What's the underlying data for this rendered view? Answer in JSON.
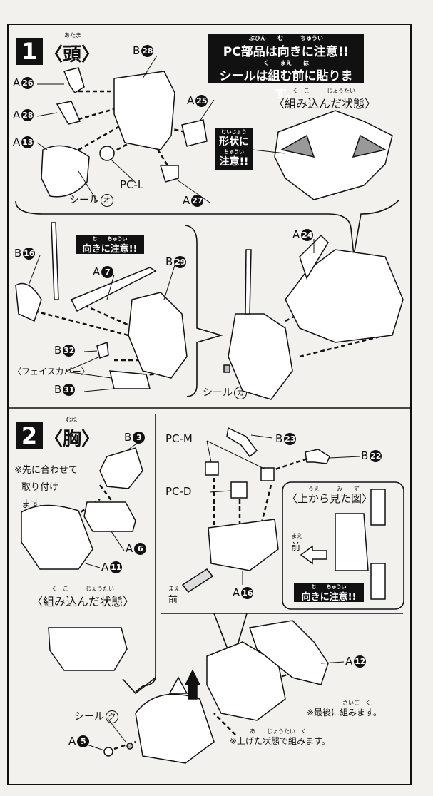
{
  "step1": {
    "number": "1",
    "title": "〈頭〉",
    "ruby": "あたま",
    "notice_line1": "PC部品は向きに注意!!",
    "notice_line2": "シールは組む前に貼ります。",
    "notice_ruby1": "ぶひん　　む　　　ちゅうい",
    "notice_ruby2": "く　　まえ　　は",
    "assembled_caption": "〈組み込んだ状態〉",
    "assembled_ruby": "く　こ　　　じょうたい",
    "shape_note_line1": "形状に",
    "shape_note_line2": "注意!!",
    "shape_ruby1": "けいじょう",
    "shape_ruby2": "ちゅうい",
    "labels": {
      "b28": {
        "part": "B",
        "num": "28"
      },
      "a26": {
        "part": "A",
        "num": "26"
      },
      "a28": {
        "part": "A",
        "num": "28"
      },
      "a13": {
        "part": "A",
        "num": "13"
      },
      "a25": {
        "part": "A",
        "num": "25"
      },
      "a27": {
        "part": "A",
        "num": "27"
      },
      "pcl": "PC-L",
      "seal_o": {
        "text": "シール",
        "mark": "オ"
      },
      "b16": {
        "part": "B",
        "num": "16"
      },
      "a7": {
        "part": "A",
        "num": "7"
      },
      "b29": {
        "part": "B",
        "num": "29"
      },
      "b32": {
        "part": "B",
        "num": "32"
      },
      "b31": {
        "part": "B",
        "num": "31"
      },
      "a24": {
        "part": "A",
        "num": "24"
      },
      "face_cover": "〈フェイスカバー〉",
      "seal_ka": {
        "text": "シール",
        "mark": "カ"
      }
    },
    "direction_note": "向きに注意!!",
    "direction_ruby": "む　　ちゅうい"
  },
  "step2": {
    "number": "2",
    "title": "〈胸〉",
    "ruby": "むね",
    "pre_note_line1": "※先に合わせて",
    "pre_note_line2": "取り付け",
    "pre_note_line3": "ます。",
    "assembled_caption": "〈組み込んだ状態〉",
    "assembled_ruby": "く　こ　　　じょうたい",
    "top_view_caption": "〈上から見た図〉",
    "top_view_ruby": "うえ　　　み　　ず",
    "front": "前",
    "front_ruby": "まえ",
    "direction_note": "向きに注意!!",
    "direction_ruby": "む　　ちゅうい",
    "last_note": "※最後に組みます。",
    "last_ruby": "さいご　く",
    "raised_note": "※上げた状態で組みます。",
    "raised_ruby": "あ　　じょうたい　く",
    "labels": {
      "b3": {
        "part": "B",
        "num": "3"
      },
      "a6": {
        "part": "A",
        "num": "6"
      },
      "a11": {
        "part": "A",
        "num": "11"
      },
      "pcm": "PC-M",
      "pcd": "PC-D",
      "b23": {
        "part": "B",
        "num": "23"
      },
      "b22": {
        "part": "B",
        "num": "22"
      },
      "a16": {
        "part": "A",
        "num": "16"
      },
      "a12": {
        "part": "A",
        "num": "12"
      },
      "a5": {
        "part": "A",
        "num": "5"
      },
      "seal_ku": {
        "text": "シール",
        "mark": "ク"
      }
    }
  }
}
